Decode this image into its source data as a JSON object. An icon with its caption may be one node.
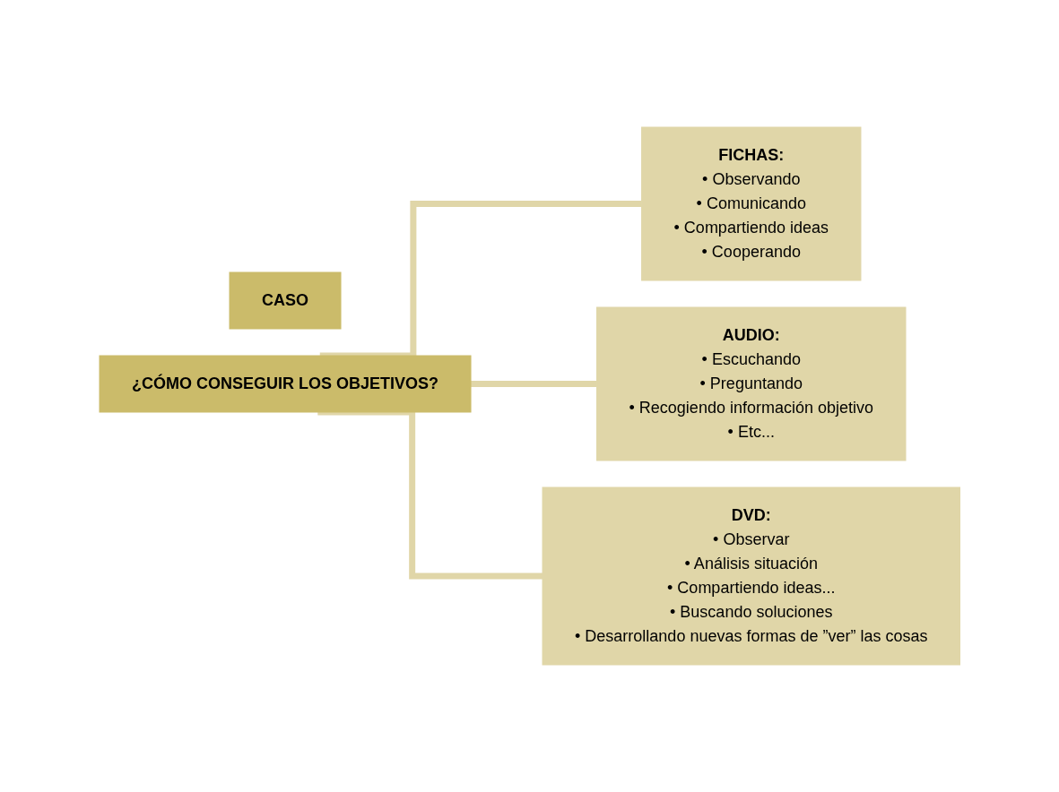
{
  "diagram": {
    "nodes": [
      {
        "text": [
          "CASO"
        ]
      },
      {
        "text": [
          "¿CÓMO CONSEGUIR LOS OBJETIVOS?"
        ]
      },
      {
        "text": [
          "FICHAS:",
          "• Observando",
          "• Comunicando",
          "• Compartiendo ideas",
          "• Cooperando"
        ]
      },
      {
        "text": [
          "AUDIO:",
          "• Escuchando",
          "• Preguntando",
          "• Recogiendo información objetivo",
          "• Etc..."
        ]
      },
      {
        "text": [
          "DVD:",
          "• Observar",
          "• Análisis situación",
          "• Compartiendo ideas...",
          "• Buscando soluciones",
          "• Desarrollando nuevas formas de ”ver” las cosas"
        ]
      }
    ],
    "edges": [
      {
        "from": 1,
        "to": 2,
        "arrow": "none"
      },
      {
        "from": 1,
        "to": 3,
        "arrow": "none"
      },
      {
        "from": 1,
        "to": 4,
        "arrow": "none"
      }
    ]
  }
}
